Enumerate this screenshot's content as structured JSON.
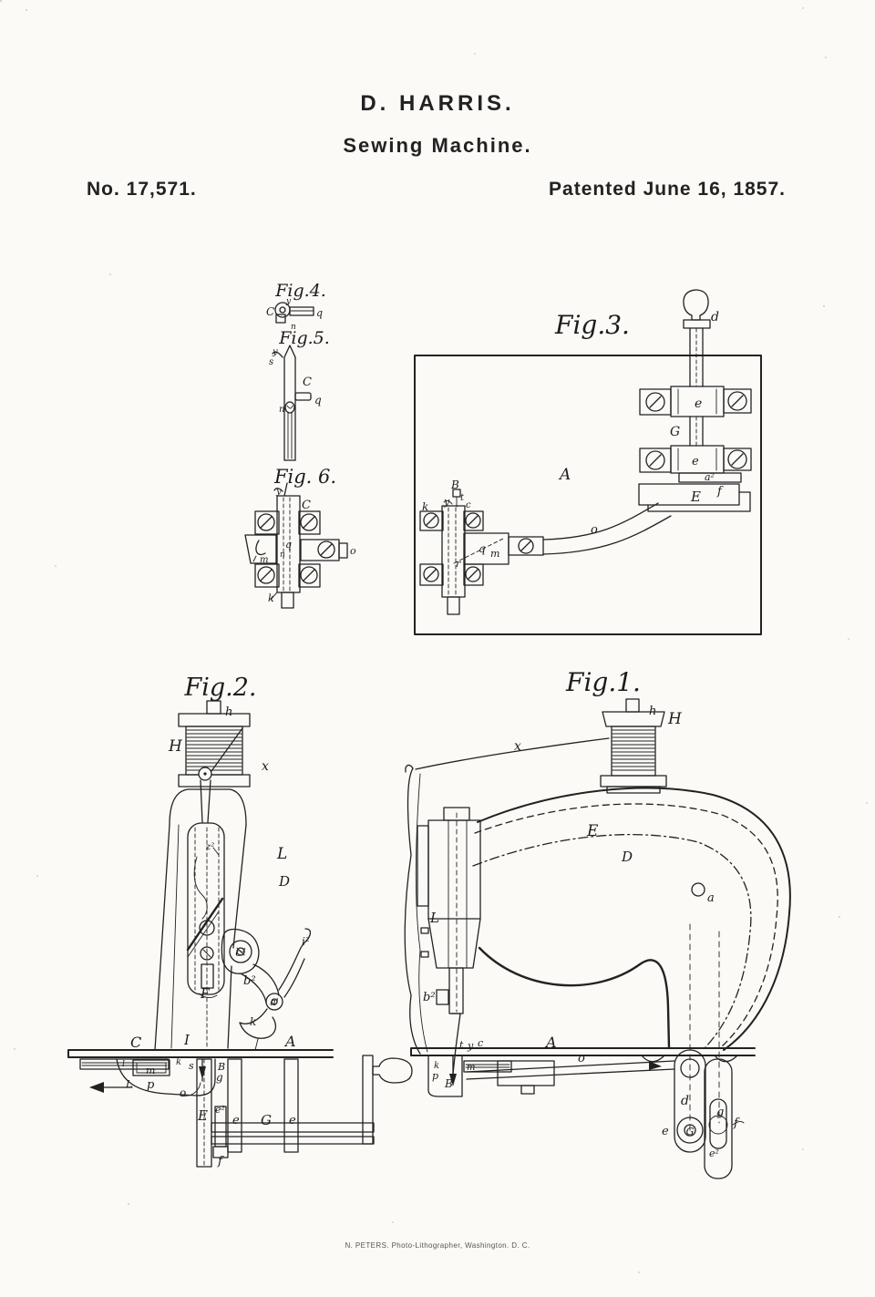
{
  "header": {
    "inventor": "D. HARRIS.",
    "title": "Sewing Machine.",
    "number": "No. 17,571.",
    "date": "Patented June 16, 1857."
  },
  "footer": {
    "credit": "N. PETERS. Photo-Lithographer, Washington. D. C."
  },
  "colors": {
    "paper": "#fbfaf7",
    "ink": "#222222"
  },
  "figures": {
    "fig1": {
      "title": "Fig.1.",
      "labels": {
        "h": "h",
        "H": "H",
        "x": "x",
        "E": "E",
        "D": "D",
        "a": "a",
        "L": "L",
        "b2": "b²",
        "t": "t",
        "y": "y",
        "c": "c",
        "A": "A",
        "o": "o",
        "k": "k",
        "p": "p",
        "B": "B",
        "m": "m",
        "d": "d",
        "e": "e",
        "G": "G",
        "g": "g",
        "f": "f",
        "e2": "e²"
      }
    },
    "fig2": {
      "title": "Fig.2.",
      "labels": {
        "h": "h",
        "H": "H",
        "x": "x",
        "L": "L",
        "D": "D",
        "z2": "z²",
        "c2": "c²",
        "i2": "i²",
        "b2": "b²",
        "a1": "a'",
        "k": "k",
        "F": "F",
        "C": "C",
        "I": "I",
        "A": "A",
        "l": "l",
        "m": "m",
        "L2": "L",
        "p": "p",
        "o": "o",
        "k2": "k",
        "s": "s",
        "B": "B",
        "g": "g",
        "E": "E",
        "e2": "e²",
        "e_left": "e",
        "G": "G",
        "e_right": "e",
        "f": "f"
      }
    },
    "fig3": {
      "title": "Fig.3.",
      "labels": {
        "d": "d",
        "e1": "e",
        "G": "G",
        "e2l": "e",
        "a2": "a²",
        "E": "E",
        "f": "f",
        "A": "A",
        "B": "B",
        "y": "y",
        "t": "t",
        "c": "c",
        "k": "k",
        "q": "q",
        "m": "m",
        "r": "r",
        "o": "o"
      }
    },
    "fig4": {
      "title": "Fig.4.",
      "labels": {
        "C": "C",
        "y": "y",
        "q": "q",
        "n": "n"
      }
    },
    "fig5": {
      "title": "Fig.5.",
      "labels": {
        "y": "y",
        "s": "s",
        "C": "C",
        "q": "q",
        "n": "n"
      }
    },
    "fig6": {
      "title": "Fig. 6.",
      "labels": {
        "y": "y",
        "C": "C",
        "q": "q",
        "n": "n",
        "m": "m",
        "o": "o",
        "k": "k"
      }
    }
  }
}
